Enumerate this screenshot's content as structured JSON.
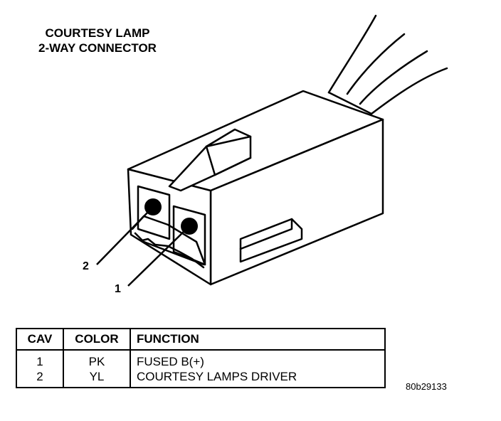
{
  "title": {
    "line1": "COURTESY LAMP",
    "line2": "2-WAY CONNECTOR"
  },
  "callouts": [
    "2",
    "1"
  ],
  "table": {
    "headers": [
      "CAV",
      "COLOR",
      "FUNCTION"
    ],
    "rows": [
      {
        "cav": "1",
        "color": "PK",
        "function": "FUSED B(+)"
      },
      {
        "cav": "2",
        "color": "YL",
        "function": "COURTESY LAMPS DRIVER"
      }
    ]
  },
  "figure_id": "80b29133"
}
